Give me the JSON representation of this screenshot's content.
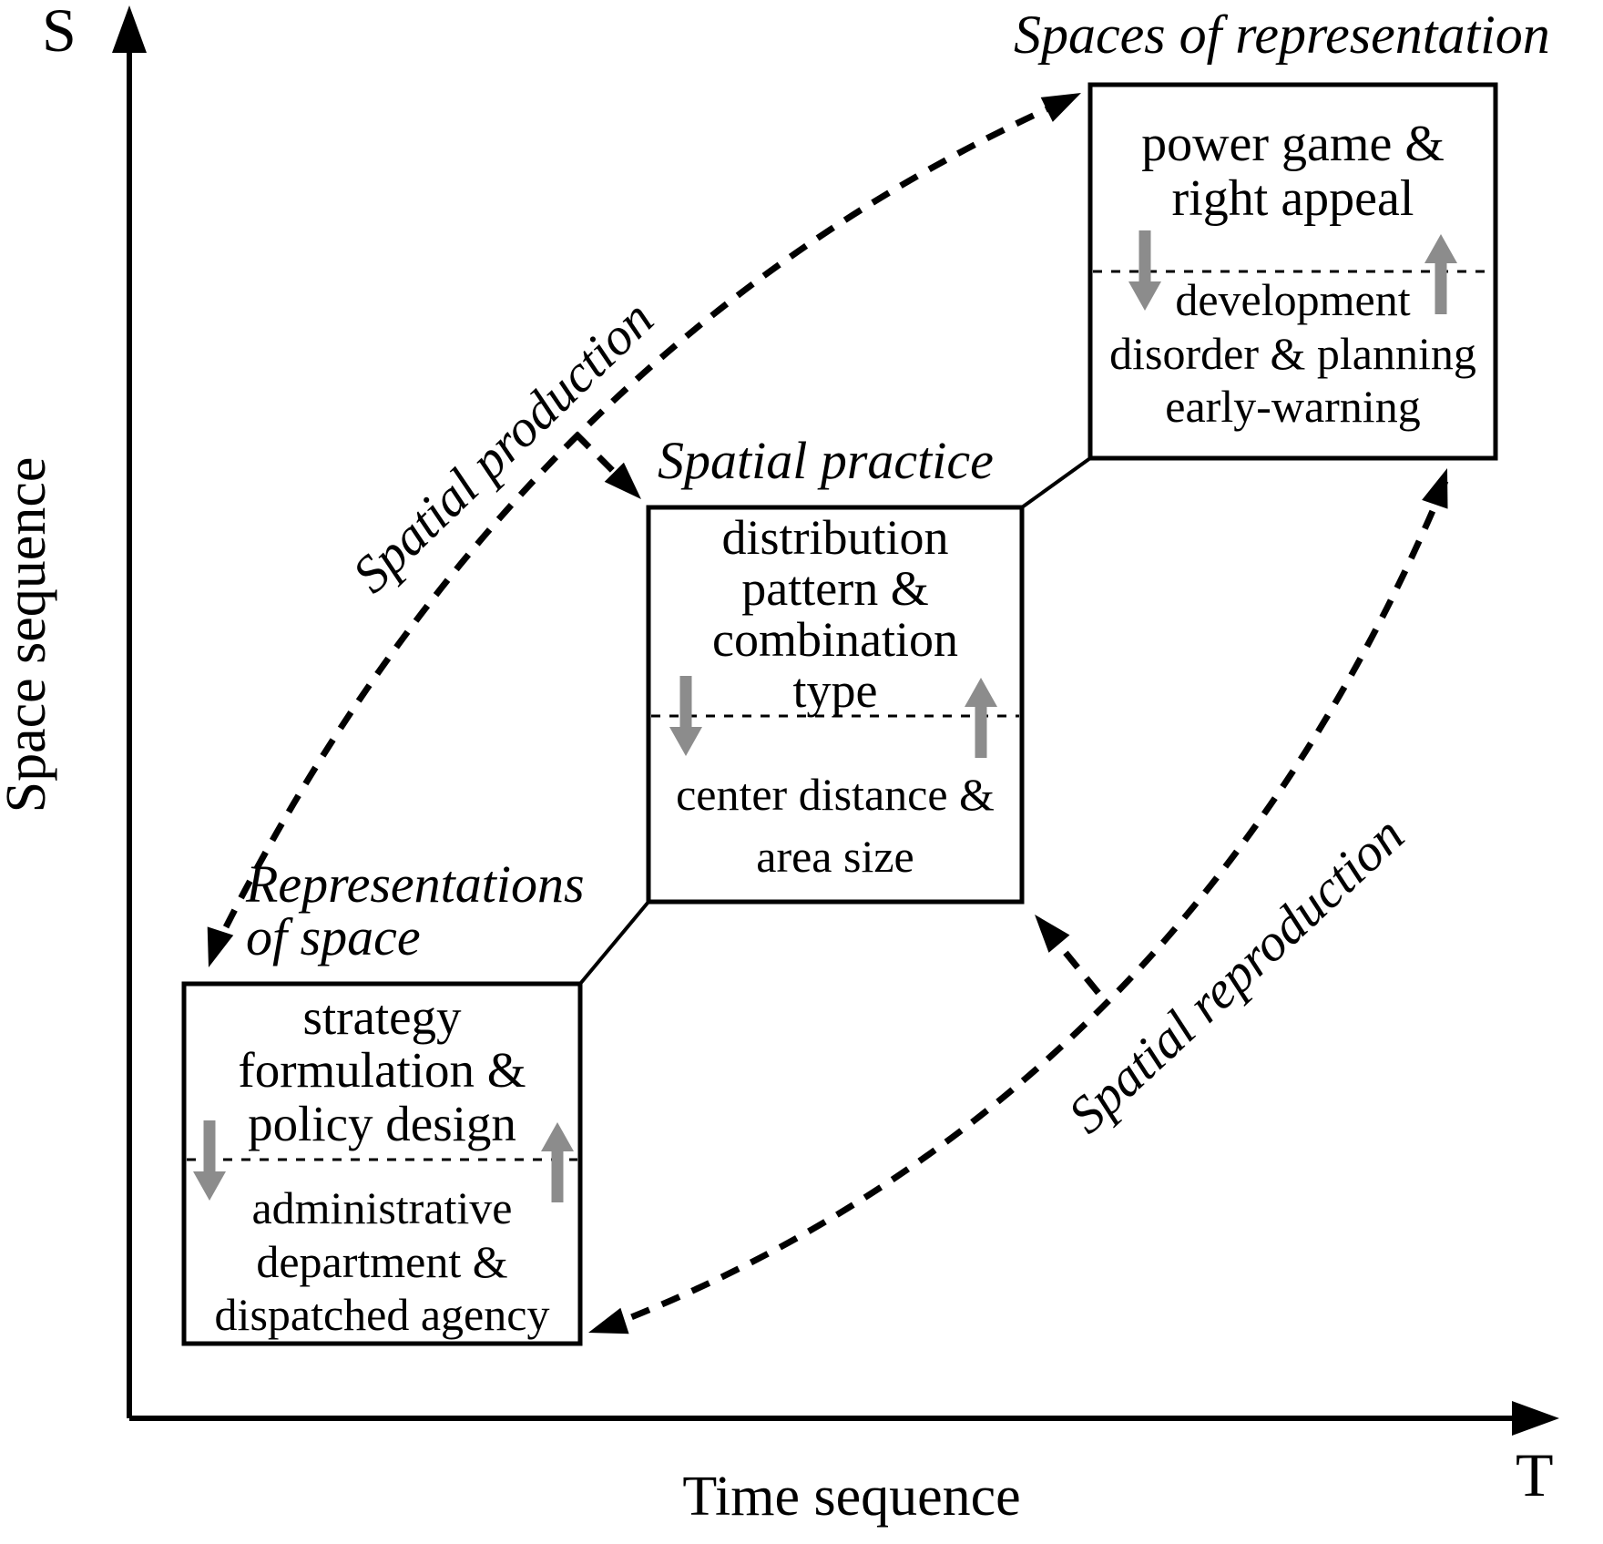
{
  "axes": {
    "y_label": "S",
    "x_label": "T",
    "y_title": "Space sequence",
    "x_title": "Time sequence"
  },
  "triad_labels": {
    "production": "Spatial production",
    "reproduction": "Spatial reproduction"
  },
  "boxes": {
    "representations_of_space": {
      "label": "Representations\nof space",
      "upper": "strategy\nformulation &\npolicy design",
      "lower": "administrative\ndepartment &\ndispatched agency"
    },
    "spatial_practice": {
      "label": "Spatial practice",
      "upper": "distribution\npattern &\ncombination\ntype",
      "lower": "center distance &\narea size"
    },
    "spaces_of_representation": {
      "label": "Spaces of representation",
      "upper": "power game &\nright appeal",
      "lower": "development\ndisorder & planning\nearly-warning"
    }
  },
  "icons": {
    "gray_down_arrow": "downward feedback arrow",
    "gray_up_arrow": "upward feedback arrow",
    "dashed_arrow": "dashed process arrow",
    "axis_arrow": "axis arrowhead"
  },
  "colors": {
    "ink": "#000000",
    "gray_arrow": "#8c8c8c",
    "background": "#ffffff"
  }
}
